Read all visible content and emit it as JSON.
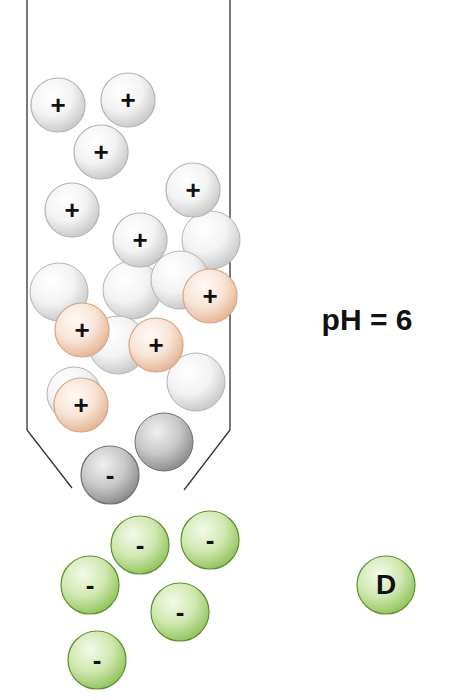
{
  "diagram": {
    "nodes": [
      {
        "text": [
          "+"
        ]
      },
      {
        "text": [
          "+"
        ]
      },
      {
        "text": [
          "+"
        ]
      },
      {
        "text": [
          "+"
        ]
      },
      {
        "text": [
          "+"
        ]
      },
      {
        "text": [
          "+"
        ]
      },
      {
        "text": [
          "+"
        ]
      },
      {
        "text": [
          "+"
        ]
      },
      {
        "text": [
          "+"
        ]
      },
      {
        "text": [
          "+"
        ]
      },
      {
        "text": [
          "-"
        ]
      },
      {
        "text": [
          "-"
        ]
      },
      {
        "text": [
          "-"
        ]
      },
      {
        "text": [
          "-"
        ]
      },
      {
        "text": [
          "D"
        ]
      },
      {
        "text": [
          "-"
        ]
      },
      {
        "text": [
          "-"
        ]
      }
    ],
    "labels": [
      "pH = 6"
    ]
  }
}
